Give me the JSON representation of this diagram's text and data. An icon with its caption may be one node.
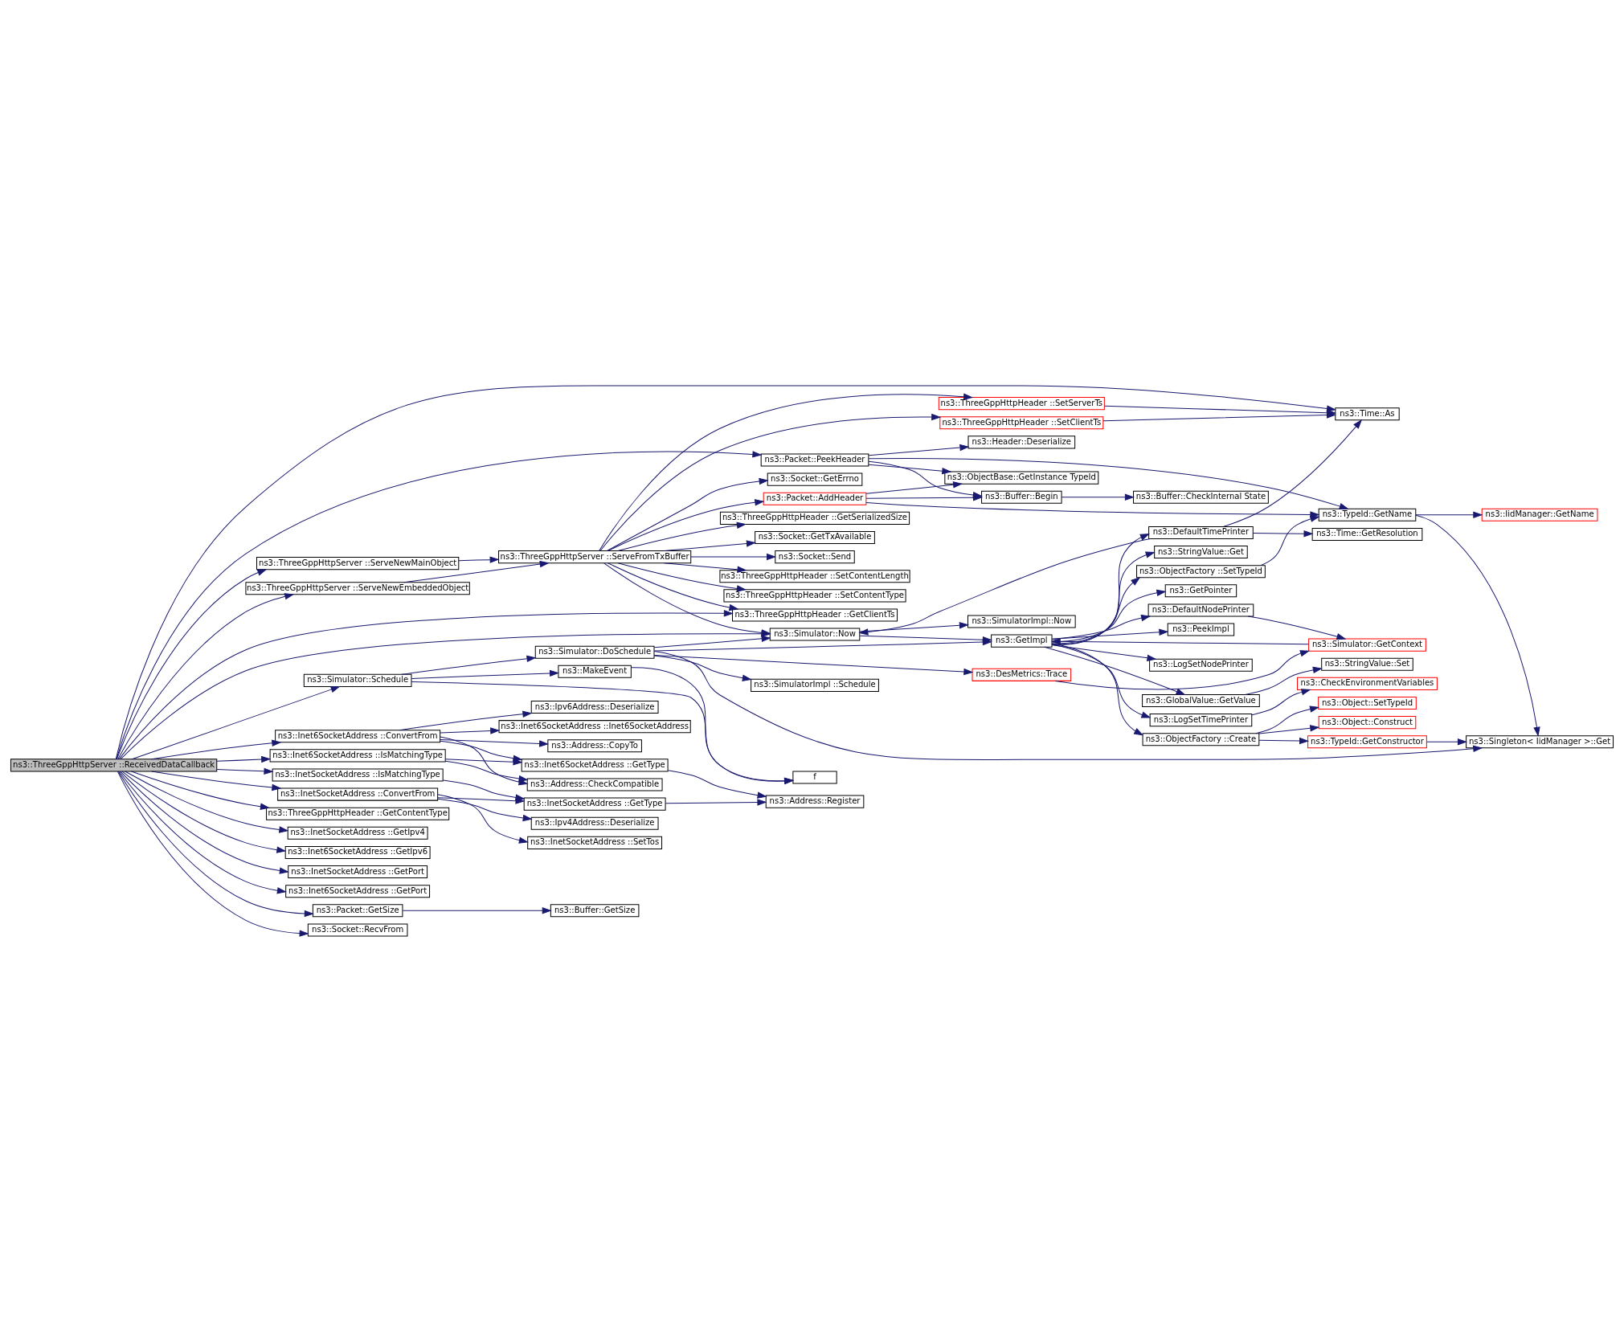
{
  "diagram": {
    "nodes": [
      {
        "text": [
          "ns3::ThreeGppHttpServer ::ReceivedDataCallback"
        ]
      },
      {
        "text": [
          "ns3::Time::As"
        ]
      },
      {
        "text": [
          "ns3::ThreeGppHttpHeader ::SetServerTs"
        ]
      },
      {
        "text": [
          "ns3::ThreeGppHttpHeader ::SetClientTs"
        ]
      },
      {
        "text": [
          "ns3::Packet::PeekHeader"
        ]
      },
      {
        "text": [
          "ns3::Header::Deserialize"
        ]
      },
      {
        "text": [
          "ns3::Socket::Send"
        ]
      },
      {
        "text": [
          "ns3::ObjectBase::GetInstance TypeId"
        ]
      },
      {
        "text": [
          "ns3::ThreeGppHttpHeader ::SetContentLength"
        ]
      },
      {
        "text": [
          "ns3::Packet::AddHeader"
        ]
      },
      {
        "text": [
          "ns3::Buffer::Begin"
        ]
      },
      {
        "text": [
          "ns3::Buffer::CheckInternal State"
        ]
      },
      {
        "text": [
          "ns3::TypeId::GetName"
        ]
      },
      {
        "text": [
          "ns3::IidManager::GetName"
        ]
      },
      {
        "text": [
          "ns3::ThreeGppHttpServer ::ServeNewEmbeddedObject"
        ]
      },
      {
        "text": [
          "ns3::ThreeGppHttpServer ::ServeFromTxBuffer"
        ]
      },
      {
        "text": [
          "ns3::ThreeGppHttpHeader ::SetContentType"
        ]
      },
      {
        "text": [
          "ns3::DefaultTimePrinter"
        ]
      },
      {
        "text": [
          "ns3::Time::GetResolution"
        ]
      },
      {
        "text": [
          "ns3::Socket::GetErrno"
        ]
      },
      {
        "text": [
          "ns3::GetPointer"
        ]
      },
      {
        "text": [
          "ns3::ThreeGppHttpServer ::ServeNewMainObject"
        ]
      },
      {
        "text": [
          "ns3::ThreeGppHttpHeader ::GetSerializedSize"
        ]
      },
      {
        "text": [
          "ns3::PeekImpl"
        ]
      },
      {
        "text": [
          "ns3::Socket::GetTxAvailable"
        ]
      },
      {
        "text": [
          "ns3::LogSetNodePrinter"
        ]
      },
      {
        "text": [
          "ns3::ThreeGppHttpHeader ::GetClientTs"
        ]
      },
      {
        "text": [
          "ns3::ObjectFactory ::SetTypeId"
        ]
      },
      {
        "text": [
          "ns3::Simulator::Now"
        ]
      },
      {
        "text": [
          "ns3::SimulatorImpl::Now"
        ]
      },
      {
        "text": [
          "ns3::GetImpl"
        ]
      },
      {
        "text": [
          "ns3::DefaultNodePrinter"
        ]
      },
      {
        "text": [
          "ns3::Simulator::DoSchedule"
        ]
      },
      {
        "text": [
          "ns3::Simulator::GetContext"
        ]
      },
      {
        "text": [
          "ns3::MakeEvent"
        ]
      },
      {
        "text": [
          "ns3::Simulator::Schedule"
        ]
      },
      {
        "text": [
          "ns3::DesMetrics::Trace"
        ]
      },
      {
        "text": [
          "ns3::StringValue::Get"
        ]
      },
      {
        "text": [
          "ns3::SimulatorImpl ::Schedule"
        ]
      },
      {
        "text": [
          "ns3::StringValue::Set"
        ]
      },
      {
        "text": [
          "ns3::CheckEnvironmentVariables"
        ]
      },
      {
        "text": [
          "ns3::Address::CopyTo"
        ]
      },
      {
        "text": [
          "ns3::GlobalValue::GetValue"
        ]
      },
      {
        "text": [
          "ns3::Ipv6Address::Deserialize"
        ]
      },
      {
        "text": [
          "ns3::Object::Construct"
        ]
      },
      {
        "text": [
          "ns3::Inet6SocketAddress ::ConvertFrom"
        ]
      },
      {
        "text": [
          "ns3::LogSetTimePrinter"
        ]
      },
      {
        "text": [
          "ns3::Inet6SocketAddress ::Inet6SocketAddress"
        ]
      },
      {
        "text": [
          "ns3::TypeId::GetConstructor"
        ]
      },
      {
        "text": [
          "ns3::Singleton< IidManager >::Get"
        ]
      },
      {
        "text": [
          "ns3::Inet6SocketAddress ::IsMatchingType"
        ]
      },
      {
        "text": [
          "ns3::ObjectFactory ::Create"
        ]
      },
      {
        "text": [
          "ns3::Inet6SocketAddress ::GetType"
        ]
      },
      {
        "text": [
          "ns3::Object::SetTypeId"
        ]
      },
      {
        "text": [
          "f"
        ]
      },
      {
        "text": [
          "ns3::Address::CheckCompatible"
        ]
      },
      {
        "text": [
          "ns3::InetSocketAddress ::IsMatchingType"
        ]
      },
      {
        "text": [
          "ns3::InetSocketAddress ::ConvertFrom"
        ]
      },
      {
        "text": [
          "ns3::InetSocketAddress ::GetType"
        ]
      },
      {
        "text": [
          "ns3::Address::Register"
        ]
      },
      {
        "text": [
          "ns3::ThreeGppHttpHeader ::GetContentType"
        ]
      },
      {
        "text": [
          "ns3::Ipv4Address::Deserialize"
        ]
      },
      {
        "text": [
          "ns3::InetSocketAddress ::SetTos"
        ]
      },
      {
        "text": [
          "ns3::InetSocketAddress ::GetIpv4"
        ]
      },
      {
        "text": [
          "ns3::Inet6SocketAddress ::GetIpv6"
        ]
      },
      {
        "text": [
          "ns3::InetSocketAddress ::GetPort"
        ]
      },
      {
        "text": [
          "ns3::Inet6SocketAddress ::GetPort"
        ]
      },
      {
        "text": [
          "ns3::Packet::GetSize"
        ]
      },
      {
        "text": [
          "ns3::Buffer::GetSize"
        ]
      },
      {
        "text": [
          "ns3::Socket::RecvFrom"
        ]
      }
    ],
    "edges": [
      {
        "from": 0,
        "to": 1,
        "arrow": "to"
      },
      {
        "from": 0,
        "to": 4,
        "arrow": "to"
      },
      {
        "from": 0,
        "to": 14,
        "arrow": "to"
      },
      {
        "from": 0,
        "to": 21,
        "arrow": "to"
      },
      {
        "from": 0,
        "to": 26,
        "arrow": "to"
      },
      {
        "from": 0,
        "to": 28,
        "arrow": "to"
      },
      {
        "from": 0,
        "to": 35,
        "arrow": "to"
      },
      {
        "from": 0,
        "to": 45,
        "arrow": "to"
      },
      {
        "from": 0,
        "to": 50,
        "arrow": "to"
      },
      {
        "from": 0,
        "to": 56,
        "arrow": "to"
      },
      {
        "from": 0,
        "to": 57,
        "arrow": "to"
      },
      {
        "from": 0,
        "to": 60,
        "arrow": "to"
      },
      {
        "from": 0,
        "to": 63,
        "arrow": "to"
      },
      {
        "from": 0,
        "to": 64,
        "arrow": "to"
      },
      {
        "from": 0,
        "to": 65,
        "arrow": "to"
      },
      {
        "from": 0,
        "to": 66,
        "arrow": "to"
      },
      {
        "from": 0,
        "to": 67,
        "arrow": "to"
      },
      {
        "from": 0,
        "to": 69,
        "arrow": "to"
      },
      {
        "from": 2,
        "to": 1,
        "arrow": "to"
      },
      {
        "from": 3,
        "to": 1,
        "arrow": "to"
      },
      {
        "from": 4,
        "to": 5,
        "arrow": "to"
      },
      {
        "from": 4,
        "to": 7,
        "arrow": "to"
      },
      {
        "from": 4,
        "to": 10,
        "arrow": "to"
      },
      {
        "from": 4,
        "to": 12,
        "arrow": "to"
      },
      {
        "from": 9,
        "to": 7,
        "arrow": "to"
      },
      {
        "from": 9,
        "to": 10,
        "arrow": "to"
      },
      {
        "from": 9,
        "to": 12,
        "arrow": "to"
      },
      {
        "from": 10,
        "to": 11,
        "arrow": "to"
      },
      {
        "from": 12,
        "to": 13,
        "arrow": "to"
      },
      {
        "from": 12,
        "to": 49,
        "arrow": "to"
      },
      {
        "from": 14,
        "to": 15,
        "arrow": "to"
      },
      {
        "from": 21,
        "to": 15,
        "arrow": "to"
      },
      {
        "from": 15,
        "to": 2,
        "arrow": "to"
      },
      {
        "from": 15,
        "to": 3,
        "arrow": "to"
      },
      {
        "from": 15,
        "to": 6,
        "arrow": "to"
      },
      {
        "from": 15,
        "to": 8,
        "arrow": "to"
      },
      {
        "from": 15,
        "to": 9,
        "arrow": "to"
      },
      {
        "from": 15,
        "to": 16,
        "arrow": "to"
      },
      {
        "from": 15,
        "to": 19,
        "arrow": "to"
      },
      {
        "from": 15,
        "to": 22,
        "arrow": "to"
      },
      {
        "from": 15,
        "to": 24,
        "arrow": "to"
      },
      {
        "from": 15,
        "to": 26,
        "arrow": "to"
      },
      {
        "from": 15,
        "to": 28,
        "arrow": "to"
      },
      {
        "from": 17,
        "to": 1,
        "arrow": "to"
      },
      {
        "from": 17,
        "to": 18,
        "arrow": "to"
      },
      {
        "from": 17,
        "to": 28,
        "arrow": "to"
      },
      {
        "from": 27,
        "to": 12,
        "arrow": "to"
      },
      {
        "from": 28,
        "to": 29,
        "arrow": "to"
      },
      {
        "from": 28,
        "to": 30,
        "arrow": "to"
      },
      {
        "from": 30,
        "to": 17,
        "arrow": "to"
      },
      {
        "from": 30,
        "to": 20,
        "arrow": "to"
      },
      {
        "from": 30,
        "to": 23,
        "arrow": "to"
      },
      {
        "from": 30,
        "to": 25,
        "arrow": "to"
      },
      {
        "from": 30,
        "to": 27,
        "arrow": "to"
      },
      {
        "from": 30,
        "to": 31,
        "arrow": "to"
      },
      {
        "from": 30,
        "to": 37,
        "arrow": "to"
      },
      {
        "from": 30,
        "to": 42,
        "arrow": "to"
      },
      {
        "from": 30,
        "to": 46,
        "arrow": "to"
      },
      {
        "from": 30,
        "to": 51,
        "arrow": "to"
      },
      {
        "from": 31,
        "to": 33,
        "arrow": "to"
      },
      {
        "from": 33,
        "to": 30,
        "arrow": "to"
      },
      {
        "from": 32,
        "to": 28,
        "arrow": "to"
      },
      {
        "from": 32,
        "to": 30,
        "arrow": "to"
      },
      {
        "from": 32,
        "to": 36,
        "arrow": "to"
      },
      {
        "from": 32,
        "to": 38,
        "arrow": "to"
      },
      {
        "from": 32,
        "to": 49,
        "arrow": "to"
      },
      {
        "from": 35,
        "to": 32,
        "arrow": "to"
      },
      {
        "from": 35,
        "to": 34,
        "arrow": "to"
      },
      {
        "from": 35,
        "to": 54,
        "arrow": "to"
      },
      {
        "from": 34,
        "to": 54,
        "arrow": "to"
      },
      {
        "from": 36,
        "to": 33,
        "arrow": "to"
      },
      {
        "from": 42,
        "to": 39,
        "arrow": "to"
      },
      {
        "from": 46,
        "to": 40,
        "arrow": "to"
      },
      {
        "from": 51,
        "to": 44,
        "arrow": "to"
      },
      {
        "from": 51,
        "to": 48,
        "arrow": "to"
      },
      {
        "from": 51,
        "to": 53,
        "arrow": "to"
      },
      {
        "from": 48,
        "to": 49,
        "arrow": "to"
      },
      {
        "from": 45,
        "to": 41,
        "arrow": "to"
      },
      {
        "from": 45,
        "to": 43,
        "arrow": "to"
      },
      {
        "from": 45,
        "to": 47,
        "arrow": "to"
      },
      {
        "from": 45,
        "to": 52,
        "arrow": "to"
      },
      {
        "from": 45,
        "to": 55,
        "arrow": "to"
      },
      {
        "from": 50,
        "to": 52,
        "arrow": "to"
      },
      {
        "from": 50,
        "to": 55,
        "arrow": "to"
      },
      {
        "from": 56,
        "to": 58,
        "arrow": "to"
      },
      {
        "from": 57,
        "to": 58,
        "arrow": "to"
      },
      {
        "from": 57,
        "to": 61,
        "arrow": "to"
      },
      {
        "from": 57,
        "to": 62,
        "arrow": "to"
      },
      {
        "from": 52,
        "to": 59,
        "arrow": "to"
      },
      {
        "from": 58,
        "to": 59,
        "arrow": "to"
      },
      {
        "from": 67,
        "to": 68,
        "arrow": "to"
      }
    ]
  }
}
